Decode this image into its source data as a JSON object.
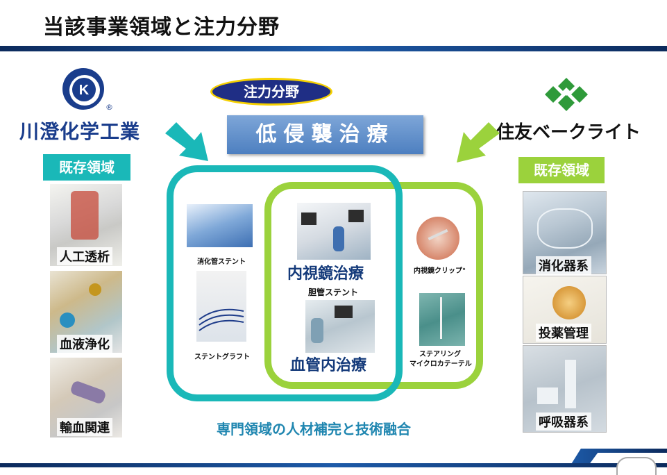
{
  "title": "当該事業領域と注力分野",
  "left_company": {
    "logo_icon": "k-mark-logo-icon",
    "name": "川澄化学工業",
    "registered_mark": "®",
    "existing_label": "既存領域",
    "items": [
      {
        "label": "人工透析"
      },
      {
        "label": "血液浄化"
      },
      {
        "label": "輸血関連"
      }
    ]
  },
  "right_company": {
    "logo_icon": "diamond-pattern-logo-icon",
    "name": "住友ベークライト",
    "existing_label": "既存領域",
    "items": [
      {
        "label": "消化器系"
      },
      {
        "label": "投薬管理"
      },
      {
        "label": "呼吸器系"
      }
    ]
  },
  "focus": {
    "label": "注力分野",
    "main": "低侵襲治療"
  },
  "left_circle": {
    "items": [
      {
        "label": "消化管ステント"
      },
      {
        "label": "ステントグラフト"
      }
    ]
  },
  "overlap": {
    "endoscopy": "内視鏡治療",
    "bile_stent": "胆管ステント",
    "vascular": "血管内治療"
  },
  "right_circle": {
    "items": [
      {
        "label": "内視鏡クリップ°"
      },
      {
        "label_line1": "ステアリング",
        "label_line2": "マイクロカテーテル"
      }
    ]
  },
  "bottom_text": "専門領域の人材補完と技術融合",
  "colors": {
    "teal": "#1ab8b8",
    "green": "#9bd23c",
    "navy": "#0c2a5c",
    "title_blue": "#143a7a",
    "accent_blue": "#1f86b0"
  }
}
